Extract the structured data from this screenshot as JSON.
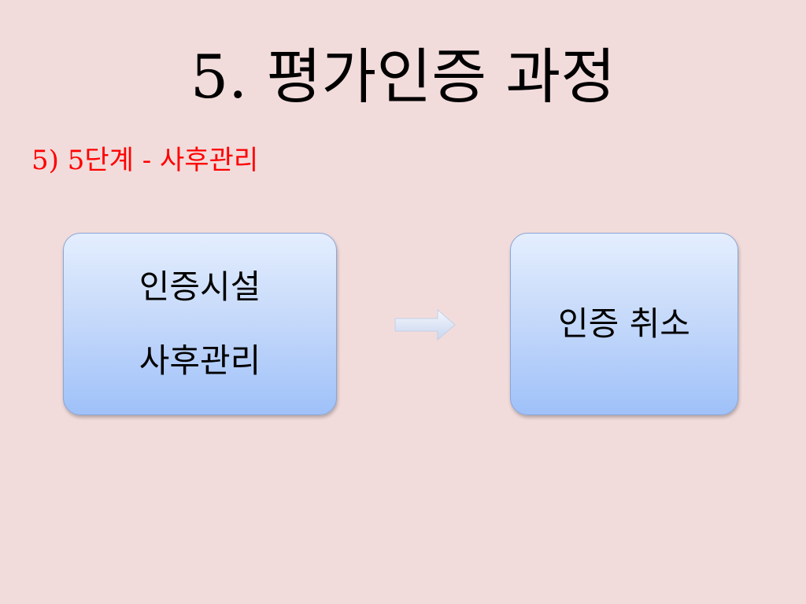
{
  "slide": {
    "title": "5. 평가인증 과정",
    "subtitle": "5) 5단계 - 사후관리"
  },
  "flow": {
    "left_box": {
      "line1": "인증시설",
      "line2": "사후관리"
    },
    "right_box": {
      "line1": "인증 취소"
    }
  },
  "colors": {
    "background": "#f2dcdb",
    "subtitle": "#ff0000",
    "box_top": "#e4eefe",
    "box_bottom": "#9fc1f9"
  },
  "icons": {
    "flow_arrow": "right-arrow-icon"
  }
}
